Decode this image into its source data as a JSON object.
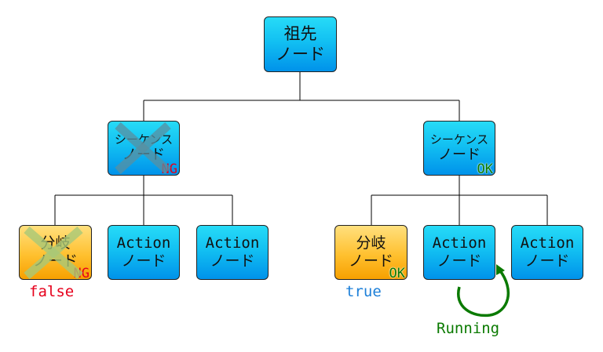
{
  "colors": {
    "node_blue": "#12c0f2",
    "node_orange": "#ffc02f",
    "ng": "#e6001c",
    "ok": "#0a7a00",
    "false_label": "#e6001c",
    "true_label": "#1c7fd8",
    "running_label": "#0a7a00",
    "cross_blue": "#5a8fa0",
    "cross_orange": "#a8c878"
  },
  "nodes": {
    "root": {
      "line1": "祖先",
      "line2": "ノード"
    },
    "seq_left": {
      "line1": "シーケンス",
      "line2": "ノード",
      "status": "NG",
      "crossed": true
    },
    "seq_right": {
      "line1": "シーケンス",
      "line2": "ノード",
      "status": "OK"
    },
    "branch_left": {
      "line1": "分岐",
      "line2": "ノード",
      "status": "NG",
      "crossed": true
    },
    "action_l1": {
      "line1": "Action",
      "line2": "ノード"
    },
    "action_l2": {
      "line1": "Action",
      "line2": "ノード"
    },
    "branch_right": {
      "line1": "分岐",
      "line2": "ノード",
      "status": "OK"
    },
    "action_r1": {
      "line1": "Action",
      "line2": "ノード"
    },
    "action_r2": {
      "line1": "Action",
      "line2": "ノード"
    }
  },
  "labels": {
    "false": "false",
    "true": "true",
    "running": "Running"
  }
}
